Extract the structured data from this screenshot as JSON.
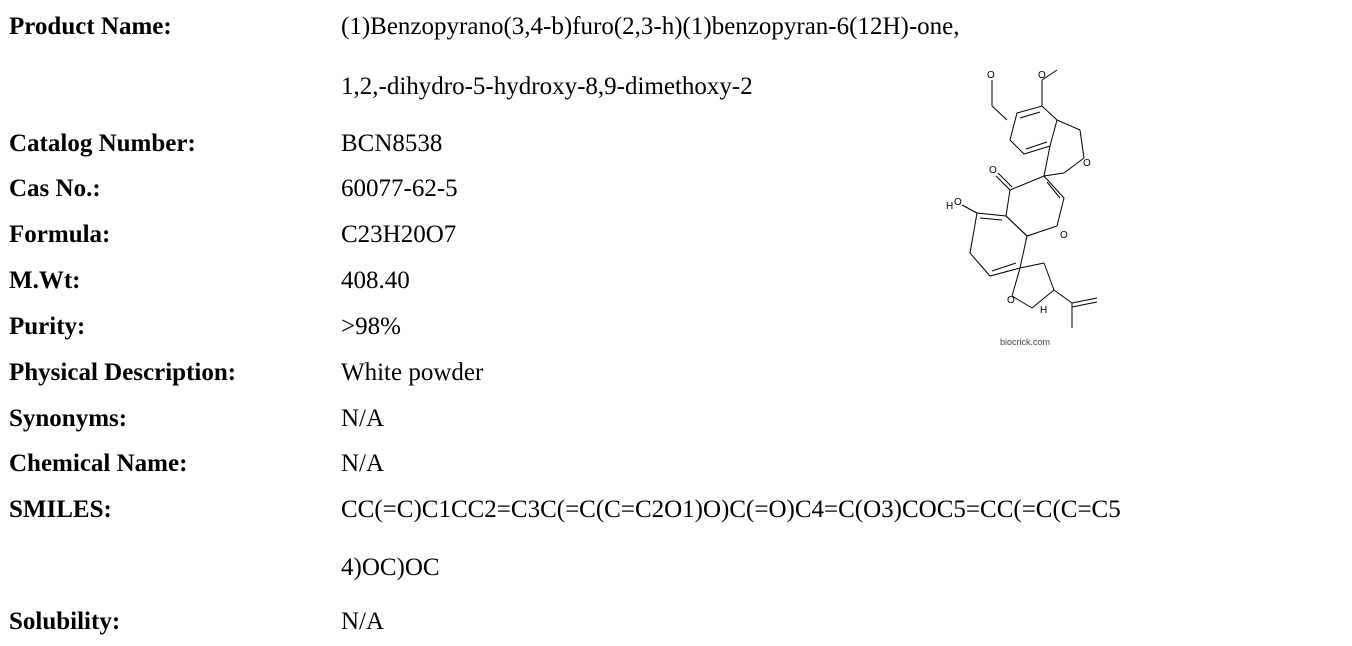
{
  "fields": [
    {
      "label": "Product Name:",
      "value": "(1)Benzopyrano(3,4-b)furo(2,3-h)(1)benzopyran-6(12H)-one,"
    },
    {
      "label": "",
      "value": "1,2,-dihydro-5-hydroxy-8,9-dimethoxy-2"
    },
    {
      "label": "Catalog Number:",
      "value": "BCN8538"
    },
    {
      "label": "Cas No.:",
      "value": "60077-62-5"
    },
    {
      "label": "Formula:",
      "value": "C23H20O7"
    },
    {
      "label": "M.Wt:",
      "value": "408.40"
    },
    {
      "label": "Purity:",
      "value": ">98%"
    },
    {
      "label": "Physical Description:",
      "value": "White powder"
    },
    {
      "label": "Synonyms:",
      "value": "N/A"
    },
    {
      "label": "Chemical Name:",
      "value": "N/A"
    },
    {
      "label": "SMILES:",
      "value": "CC(=C)C1CC2=C3C(=C(C=C2O1)O)C(=O)C4=C(O3)COC5=CC(=C(C=C5"
    },
    {
      "label": "",
      "value": "4)OC)OC"
    },
    {
      "label": "Solubility:",
      "value": "N/A"
    }
  ],
  "name_overflow_tail": ")-",
  "structure": {
    "atoms": {
      "o": "O",
      "h": "H"
    },
    "watermark": "biocrick.com"
  }
}
